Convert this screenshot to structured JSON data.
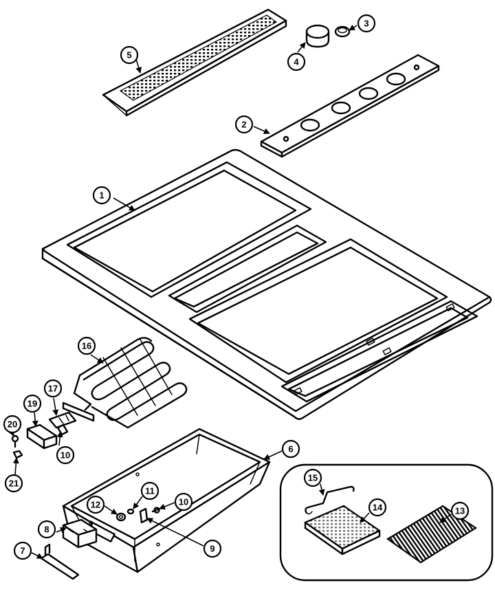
{
  "callouts": [
    {
      "id": "c1",
      "label": "1"
    },
    {
      "id": "c2",
      "label": "2"
    },
    {
      "id": "c3",
      "label": "3"
    },
    {
      "id": "c4",
      "label": "4"
    },
    {
      "id": "c5",
      "label": "5"
    },
    {
      "id": "c6",
      "label": "6"
    },
    {
      "id": "c7",
      "label": "7"
    },
    {
      "id": "c8",
      "label": "8"
    },
    {
      "id": "c9",
      "label": "9"
    },
    {
      "id": "c10a",
      "label": "10"
    },
    {
      "id": "c10b",
      "label": "10"
    },
    {
      "id": "c11",
      "label": "11"
    },
    {
      "id": "c12",
      "label": "12"
    },
    {
      "id": "c13",
      "label": "13"
    },
    {
      "id": "c14",
      "label": "14"
    },
    {
      "id": "c15",
      "label": "15"
    },
    {
      "id": "c16",
      "label": "16"
    },
    {
      "id": "c17",
      "label": "17"
    },
    {
      "id": "c19",
      "label": "19"
    },
    {
      "id": "c20",
      "label": "20"
    },
    {
      "id": "c21",
      "label": "21"
    }
  ]
}
